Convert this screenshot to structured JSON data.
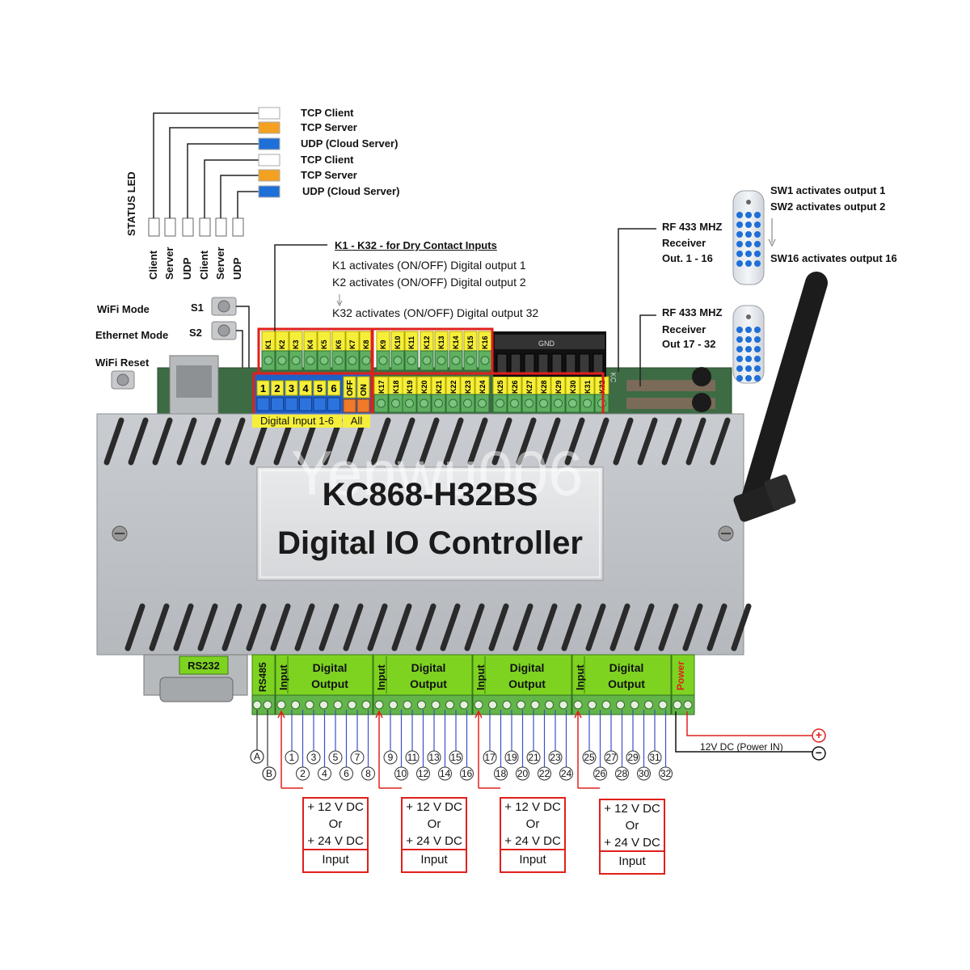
{
  "status_leds": {
    "title": "STATUS  LED",
    "legend": [
      "TCP Client",
      "TCP Server",
      "UDP (Cloud Server)",
      "TCP Client",
      "TCP Server",
      "UDP (Cloud Server)"
    ],
    "legend_colors": [
      "#ffffff",
      "#f4a020",
      "#1e6fd8",
      "#ffffff",
      "#f4a020",
      "#1e6fd8"
    ],
    "column_labels": [
      "Client",
      "Server",
      "UDP",
      "Client",
      "Server",
      "UDP"
    ]
  },
  "buttons": {
    "wifi_mode": "WiFi Mode",
    "s1": "S1",
    "ethernet_mode": "Ethernet Mode",
    "s2": "S2",
    "wifi_reset": "WiFi Reset"
  },
  "k_info": {
    "title": "K1 - K32 - for Dry Contact Inputs",
    "line1": "K1 activates    (ON/OFF) Digital output 1",
    "line2": "K2 activates    (ON/OFF) Digital output 2",
    "line3": "K32 activates (ON/OFF) Digital output 32"
  },
  "terminals": {
    "top_row": [
      "K1",
      "K2",
      "K3",
      "K4",
      "K5",
      "K6",
      "K7",
      "K8",
      "K9",
      "K10",
      "K11",
      "K12",
      "K13",
      "K14",
      "K15",
      "K16"
    ],
    "bottom_row": [
      "K17",
      "K18",
      "K19",
      "K20",
      "K21",
      "K22",
      "K23",
      "K24",
      "K25",
      "K26",
      "K27",
      "K28",
      "K29",
      "K30",
      "K31",
      "K32"
    ],
    "gnd": "GND",
    "digital_inputs": [
      "1",
      "2",
      "3",
      "4",
      "5",
      "6"
    ],
    "off": "OFF",
    "on": "ON",
    "digital_input_label": "Digital Input 1-6",
    "all_label": "All"
  },
  "rf": {
    "block1": [
      "RF 433 MHZ",
      "Receiver",
      "Out.  1 - 16"
    ],
    "block2": [
      "RF 433 MHZ",
      "Receiver",
      "Out  17 - 32"
    ],
    "remote_line1": "SW1 activates output 1",
    "remote_line2": "SW2 activates output 2",
    "remote_line3": "SW16 activates output 16"
  },
  "device": {
    "model": "KC868-H32BS",
    "subtitle": "Digital IO Controller",
    "watermark": "Yenwu006",
    "kc_text": "KC"
  },
  "bottom_connectors": {
    "rs232": "RS232",
    "rs485": "RS485",
    "input": "Input",
    "digital_output": [
      "Digital",
      "Output"
    ],
    "power": "Power"
  },
  "bottom_labels": {
    "a": "A",
    "b": "B",
    "group1_top": [
      "1",
      "3",
      "5",
      "7"
    ],
    "group1_bottom": [
      "2",
      "4",
      "6",
      "8"
    ],
    "group2_top": [
      "9",
      "11",
      "13",
      "15"
    ],
    "group2_bottom": [
      "10",
      "12",
      "14",
      "16"
    ],
    "group3_top": [
      "17",
      "19",
      "21",
      "23"
    ],
    "group3_bottom": [
      "18",
      "20",
      "22",
      "24"
    ],
    "group4_top": [
      "25",
      "27",
      "29",
      "31"
    ],
    "group4_bottom": [
      "26",
      "28",
      "30",
      "32"
    ],
    "power_in": "12V DC (Power IN)",
    "plus": "+",
    "minus": "−"
  },
  "input_boxes": {
    "line1": "+ 12 V DC",
    "line2": "Or",
    "line3": "+ 24 V DC",
    "line4": "Input"
  }
}
